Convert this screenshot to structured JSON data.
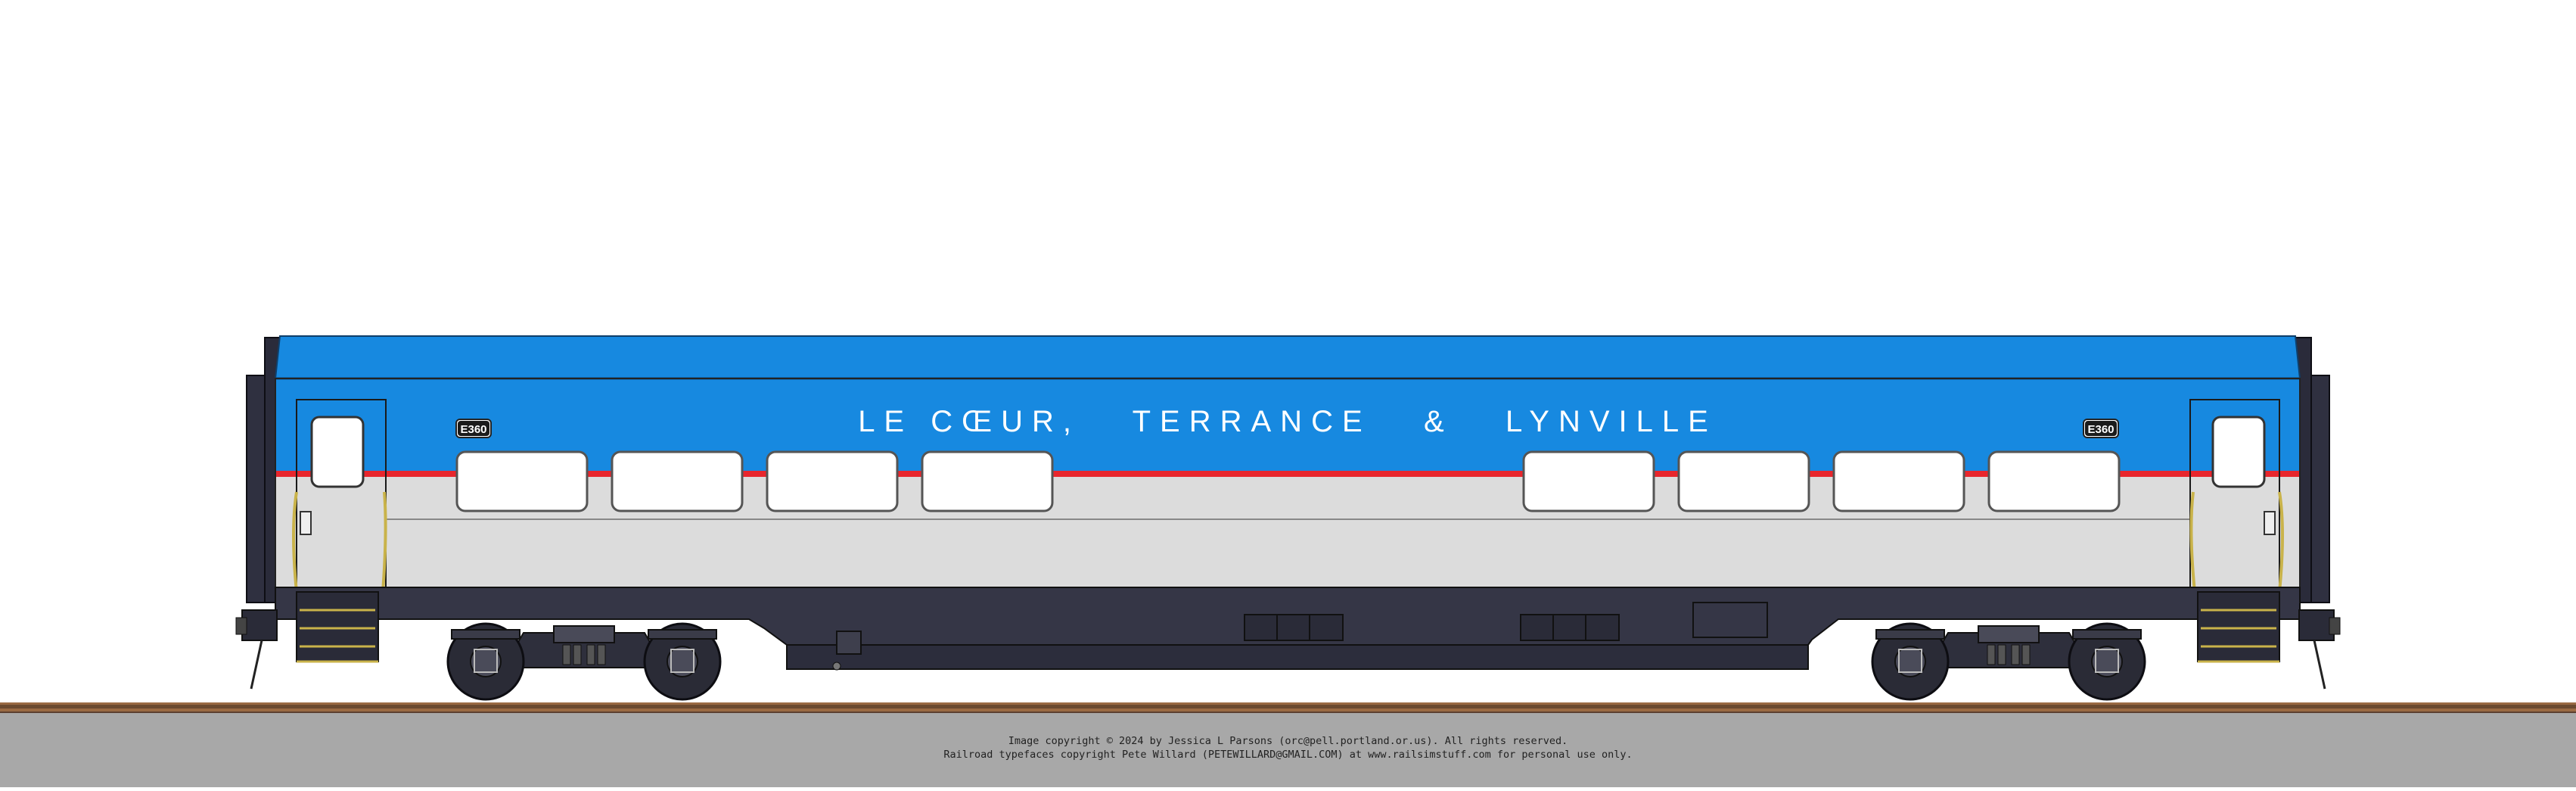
{
  "railroad_name": "LE CŒUR,   TERRANCE   &   LYNVILLE",
  "car_number": "E360",
  "colors": {
    "roof_band": "#1789e0",
    "stripe": "#e8262d",
    "lower_body": "#dcdcdc",
    "underframe": "#353646",
    "rail_tie": "#9a6a43",
    "ballast": "#a8a8a8"
  },
  "copyright": {
    "line1": "Image copyright © 2024 by Jessica L Parsons (orc@pell.portland.or.us). All rights reserved.",
    "line2": "Railroad typefaces copyright Pete Willard (PETEWILLARD@GMAIL.COM) at www.railsimstuff.com for personal use only."
  }
}
